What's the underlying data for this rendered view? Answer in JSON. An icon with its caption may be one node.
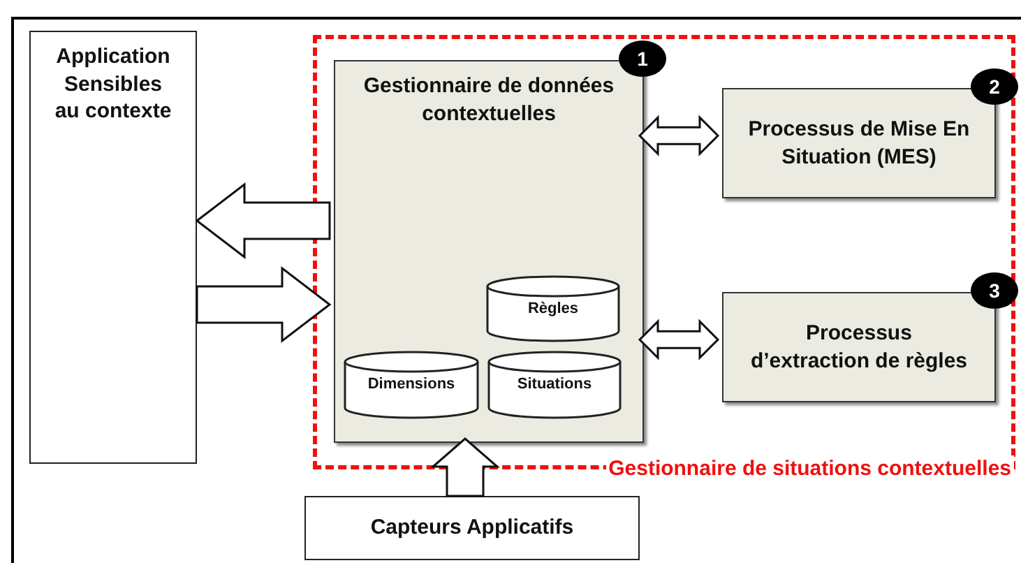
{
  "diagram": {
    "nodes": [
      {
        "text": [
          "Application Sensibles au contexte"
        ]
      },
      {
        "text": [
          "Gestionnaire de situations contextuelles"
        ]
      },
      {
        "text": [
          "Gestionnaire de données contextuelles"
        ],
        "in": 1,
        "beside": [
          "1"
        ]
      },
      {
        "text": [
          "Règles"
        ],
        "in": 2
      },
      {
        "text": [
          "Dimensions"
        ],
        "in": 2
      },
      {
        "text": [
          "Situations"
        ],
        "in": 2
      },
      {
        "text": [
          "Processus de Mise En Situation (MES)"
        ],
        "in": 1,
        "beside": [
          "2"
        ]
      },
      {
        "text": [
          "Processus d’extraction de règles"
        ],
        "in": 1,
        "beside": [
          "3"
        ]
      },
      {
        "text": [
          "Capteurs Applicatifs"
        ]
      }
    ],
    "edges": [
      {
        "from": 2,
        "to": 0,
        "arrow": "to"
      },
      {
        "from": 0,
        "to": 2,
        "arrow": "to"
      },
      {
        "from": 2,
        "to": 6,
        "arrow": "both"
      },
      {
        "from": 2,
        "to": 7,
        "arrow": "both"
      },
      {
        "from": 8,
        "to": 2,
        "arrow": "to"
      }
    ]
  }
}
